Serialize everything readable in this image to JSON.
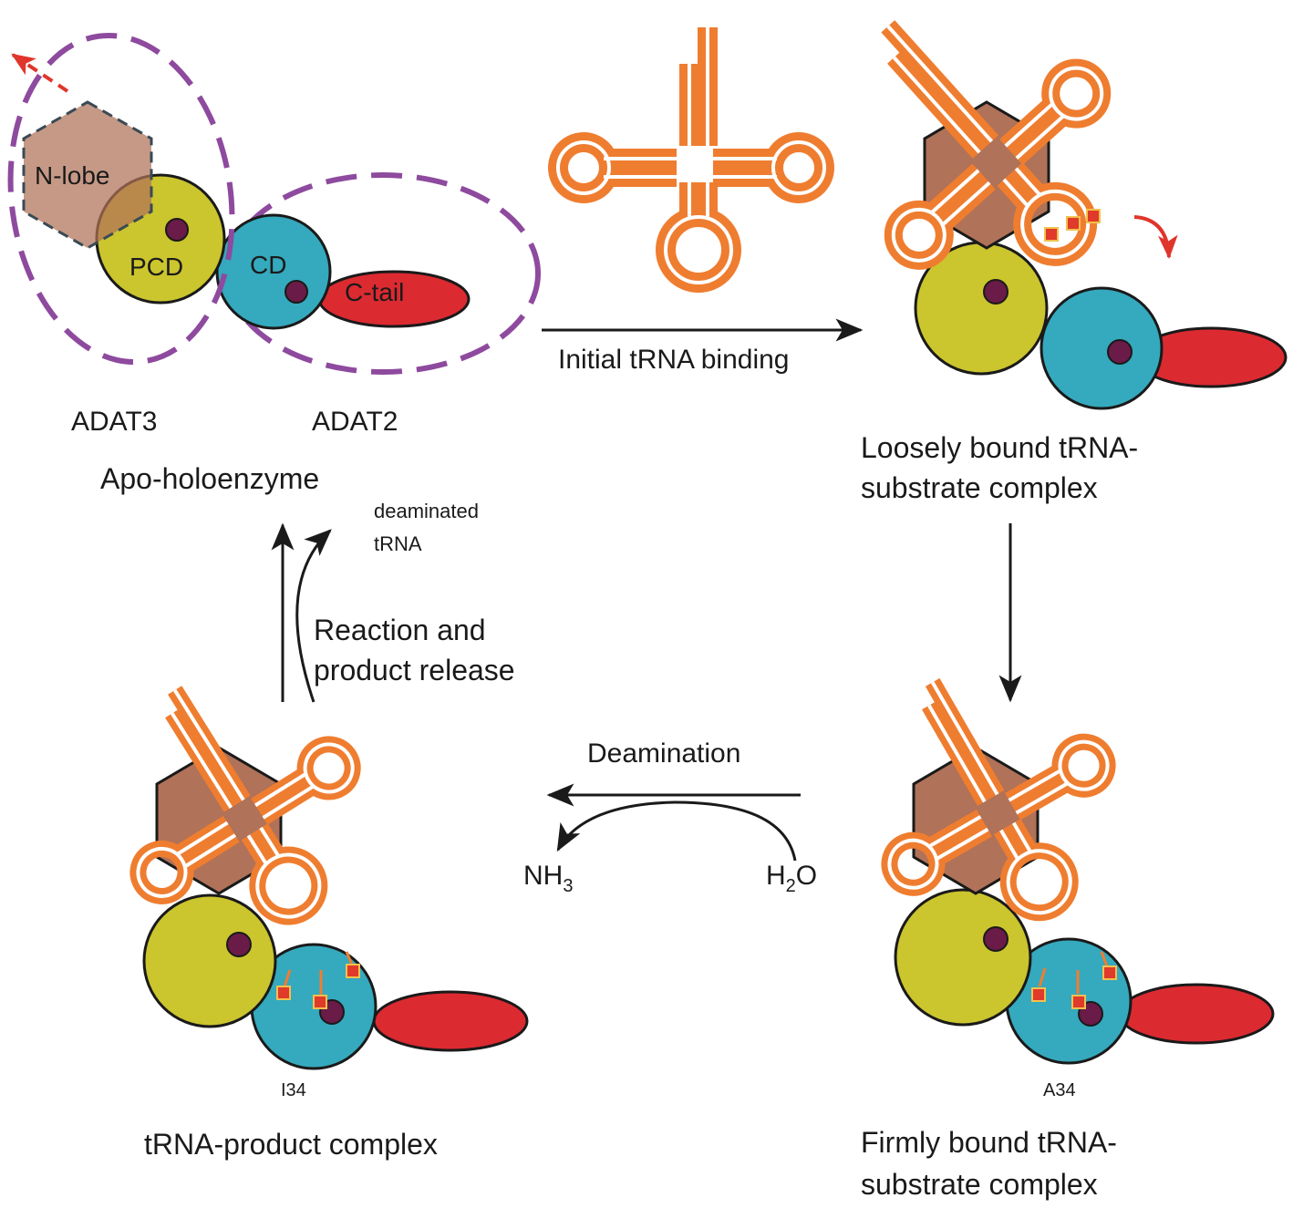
{
  "colors": {
    "nlobe": "#b07258",
    "nlobe_apo": "#c4937e",
    "pcd": "#cbc52e",
    "cd": "#35a9bd",
    "ctail": "#dc2a31",
    "active_site": "#6a1b47",
    "trna": "#ef7d30",
    "domain_outline": "#8e4a9e",
    "motion_arrow": "#e0352c",
    "flow_arrow": "#1a1a1a",
    "base_square": "#e03a2a",
    "base_square_edge": "#f2c14e"
  },
  "apo": {
    "nlobe_label": "N-lobe",
    "pcd_label": "PCD",
    "cd_label": "CD",
    "ctail_label": "C-tail",
    "adat3_label": "ADAT3",
    "adat2_label": "ADAT2",
    "caption": "Apo-holoenzyme"
  },
  "steps": {
    "binding_label": "Initial tRNA binding",
    "loose_caption_line1": "Loosely bound tRNA-",
    "loose_caption_line2": "substrate complex",
    "firm_residue": "A34",
    "firm_caption_line1": "Firmly bound tRNA-",
    "firm_caption_line2": "substrate complex",
    "deamination_label": "Deamination",
    "h2o_main": "H",
    "h2o_sub": "2",
    "h2o_tail": "O",
    "nh3_main": "NH",
    "nh3_sub": "3",
    "product_residue": "I34",
    "product_caption": "tRNA-product complex",
    "release_line1": "Reaction and",
    "release_line2": "product release",
    "deaminated_line1": "deaminated",
    "deaminated_line2": "tRNA"
  }
}
